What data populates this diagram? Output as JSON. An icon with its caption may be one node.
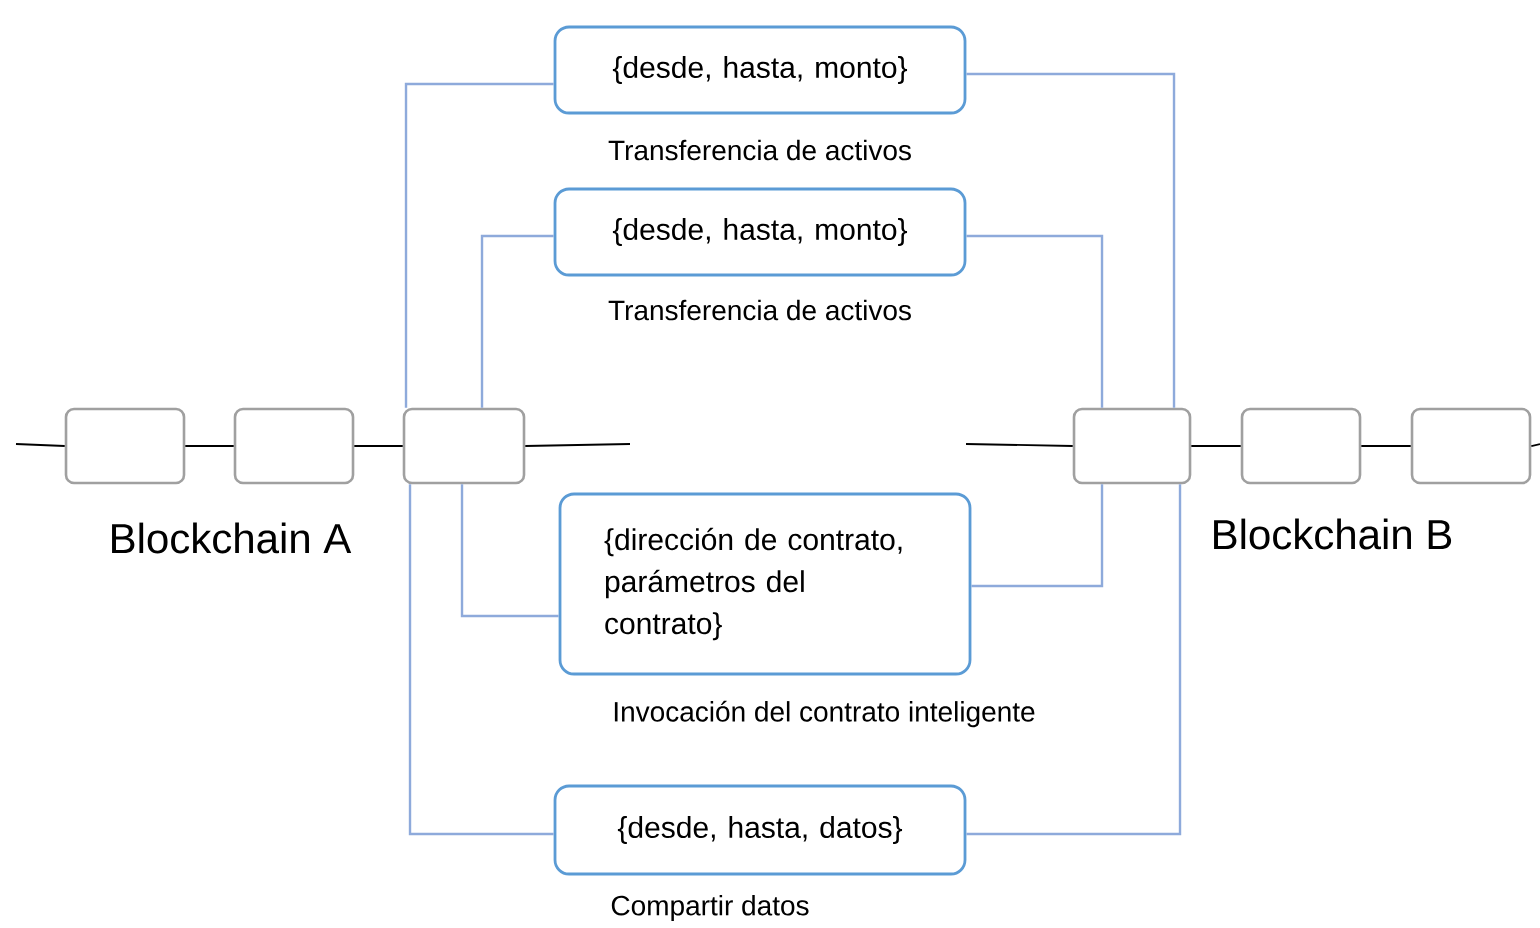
{
  "diagram": {
    "nodes": [
      {
        "text": [
          "{desde, hasta, monto}"
        ],
        "beside": [
          "Transferencia de activos"
        ]
      },
      {
        "text": [
          "{desde, hasta, monto}"
        ],
        "beside": [
          "Transferencia de activos"
        ]
      },
      {
        "text": [],
        "shape": "box"
      },
      {
        "text": [],
        "shape": "box"
      },
      {
        "text": [],
        "shape": "box"
      },
      {
        "text": [],
        "shape": "box"
      },
      {
        "text": [],
        "shape": "box"
      },
      {
        "text": [],
        "shape": "box"
      },
      {
        "text": [
          "{dirección de contrato, parámetros del contrato}"
        ],
        "beside": [
          "Invocación del contrato inteligente"
        ]
      },
      {
        "text": [
          "{desde, hasta, datos}"
        ],
        "beside": [
          "Compartir datos"
        ]
      }
    ],
    "edges": [
      {
        "from": null,
        "to": 2,
        "arrow": "none"
      },
      {
        "from": 2,
        "to": 3,
        "arrow": "none"
      },
      {
        "from": 3,
        "to": 4,
        "arrow": "none"
      },
      {
        "from": 4,
        "to": null,
        "arrow": "none"
      },
      {
        "from": null,
        "to": 5,
        "arrow": "none"
      },
      {
        "from": 5,
        "to": 6,
        "arrow": "none"
      },
      {
        "from": 6,
        "to": 7,
        "arrow": "none"
      },
      {
        "from": 7,
        "to": null,
        "arrow": "none"
      },
      {
        "from": 4,
        "to": 0,
        "arrow": "none",
        "color": "#8eaadb"
      },
      {
        "from": 0,
        "to": 5,
        "arrow": "none",
        "color": "#8eaadb"
      },
      {
        "from": 4,
        "to": 1,
        "arrow": "none",
        "color": "#8eaadb"
      },
      {
        "from": 1,
        "to": 5,
        "arrow": "none",
        "color": "#8eaadb"
      },
      {
        "from": 4,
        "to": 8,
        "arrow": "none",
        "color": "#8eaadb"
      },
      {
        "from": 8,
        "to": 5,
        "arrow": "none",
        "color": "#8eaadb"
      },
      {
        "from": 4,
        "to": 9,
        "arrow": "none",
        "color": "#8eaadb"
      },
      {
        "from": 9,
        "to": 5,
        "arrow": "none",
        "color": "#8eaadb"
      }
    ],
    "labels": [
      "Blockchain A",
      "Blockchain B"
    ]
  }
}
